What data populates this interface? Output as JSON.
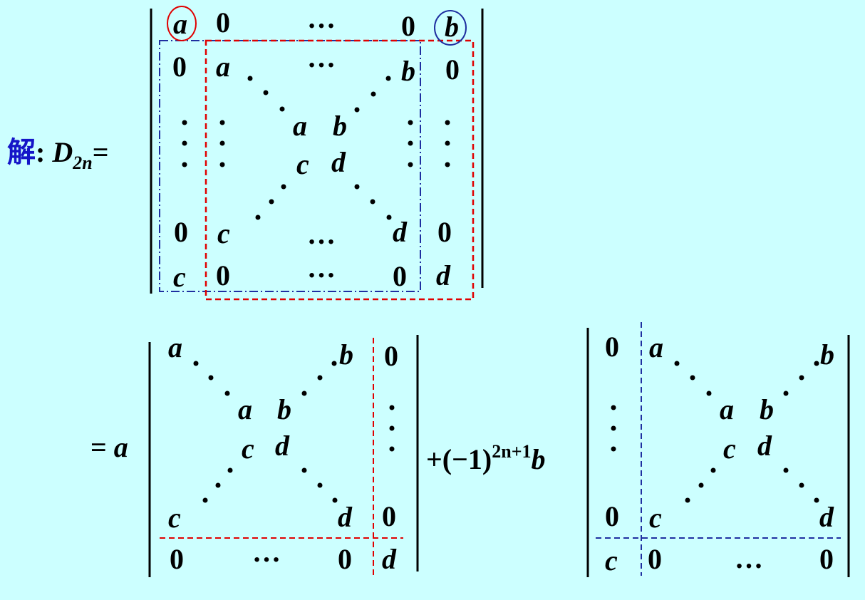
{
  "colors": {
    "background": "#ccffff",
    "red": "#e00000",
    "blue": "#1f2fa0",
    "label": "#1515c8"
  },
  "solution_label": "解",
  "colon": ":",
  "lhs": {
    "D": "D",
    "sub": "2n",
    "eq": "="
  },
  "syms": {
    "a": "a",
    "b": "b",
    "c": "c",
    "d": "d",
    "zero": "0",
    "hdots": "…",
    "equals": "=",
    "plus": "+"
  },
  "term2": {
    "open": "(−1)",
    "exp": "2n+1",
    "b": "b"
  },
  "lead_a": "a"
}
